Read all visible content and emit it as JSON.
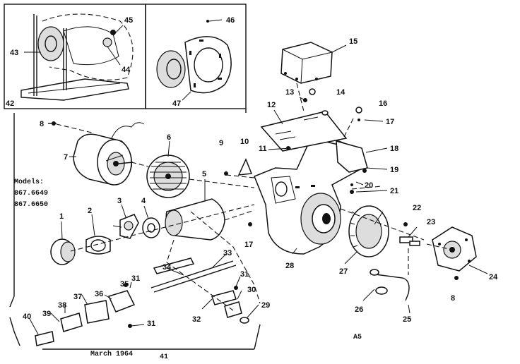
{
  "models": {
    "heading": "Models:",
    "model_1": "867.6649",
    "model_2": "867.6650"
  },
  "footer": {
    "date": "March 1964",
    "date_ref": "41",
    "code": "A5"
  },
  "callouts": [
    "1",
    "2",
    "3",
    "4",
    "5",
    "6",
    "7",
    "8",
    "8",
    "9",
    "10",
    "11",
    "12",
    "13",
    "14",
    "15",
    "16",
    "17",
    "17",
    "18",
    "19",
    "20",
    "21",
    "22",
    "23",
    "24",
    "25",
    "26",
    "27",
    "28",
    "29",
    "30",
    "31",
    "31",
    "31",
    "32",
    "33",
    "34",
    "35",
    "36",
    "37",
    "38",
    "39",
    "40",
    "42",
    "43",
    "44",
    "45",
    "46",
    "47"
  ]
}
